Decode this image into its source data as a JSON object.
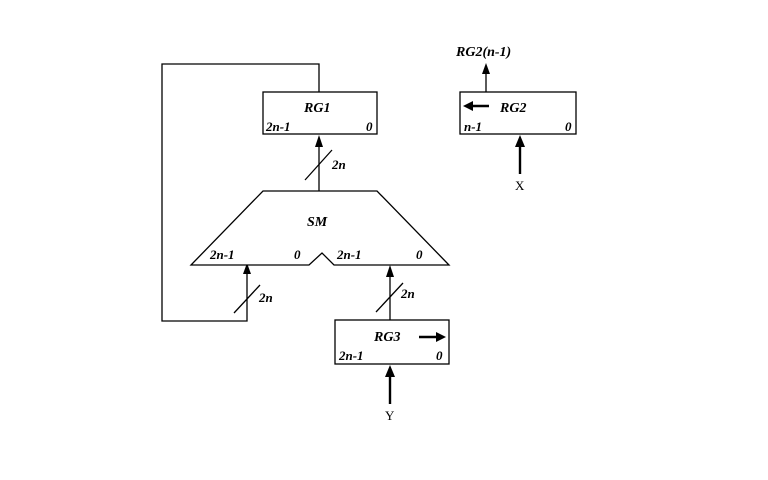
{
  "diagram": {
    "rg1": {
      "name": "RG1",
      "msb": "2n-1",
      "lsb": "0"
    },
    "rg2": {
      "name": "RG2",
      "msb": "n-1",
      "lsb": "0",
      "output": "RG2(n-1)",
      "input": "X"
    },
    "rg3": {
      "name": "RG3",
      "msb": "2n-1",
      "lsb": "0",
      "input": "Y"
    },
    "sm": {
      "name": "SM",
      "left_msb": "2n-1",
      "left_lsb": "0",
      "right_msb": "2n-1",
      "right_lsb": "0"
    },
    "bus_widths": {
      "sm_to_rg1": "2n",
      "feedback_to_sm": "2n",
      "rg3_to_sm": "2n"
    }
  }
}
